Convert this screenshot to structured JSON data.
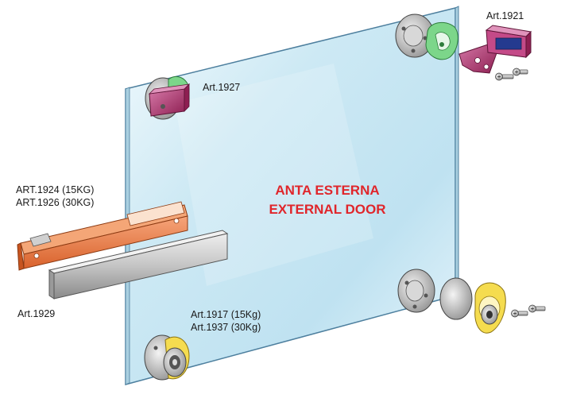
{
  "door": {
    "title_it": "ANTA ESTERNA",
    "title_en": "EXTERNAL DOOR"
  },
  "labels": {
    "art1921": "Art.1921",
    "art1927": "Art.1927",
    "art1924": "ART.1924 (15KG)",
    "art1926": "ART.1926 (30KG)",
    "art1929": "Art.1929",
    "art1917": "Art.1917 (15Kg)",
    "art1937": "Art.1937 (30Kg)"
  },
  "colors": {
    "glass": "#cfe8f3",
    "glass_edge": "#5a8aa8",
    "title": "#e0262b",
    "orange": "#e8733c",
    "magenta": "#a0285f",
    "green": "#6fcf7a",
    "yellow": "#f2d94a",
    "metal": "#b8b8b8"
  }
}
